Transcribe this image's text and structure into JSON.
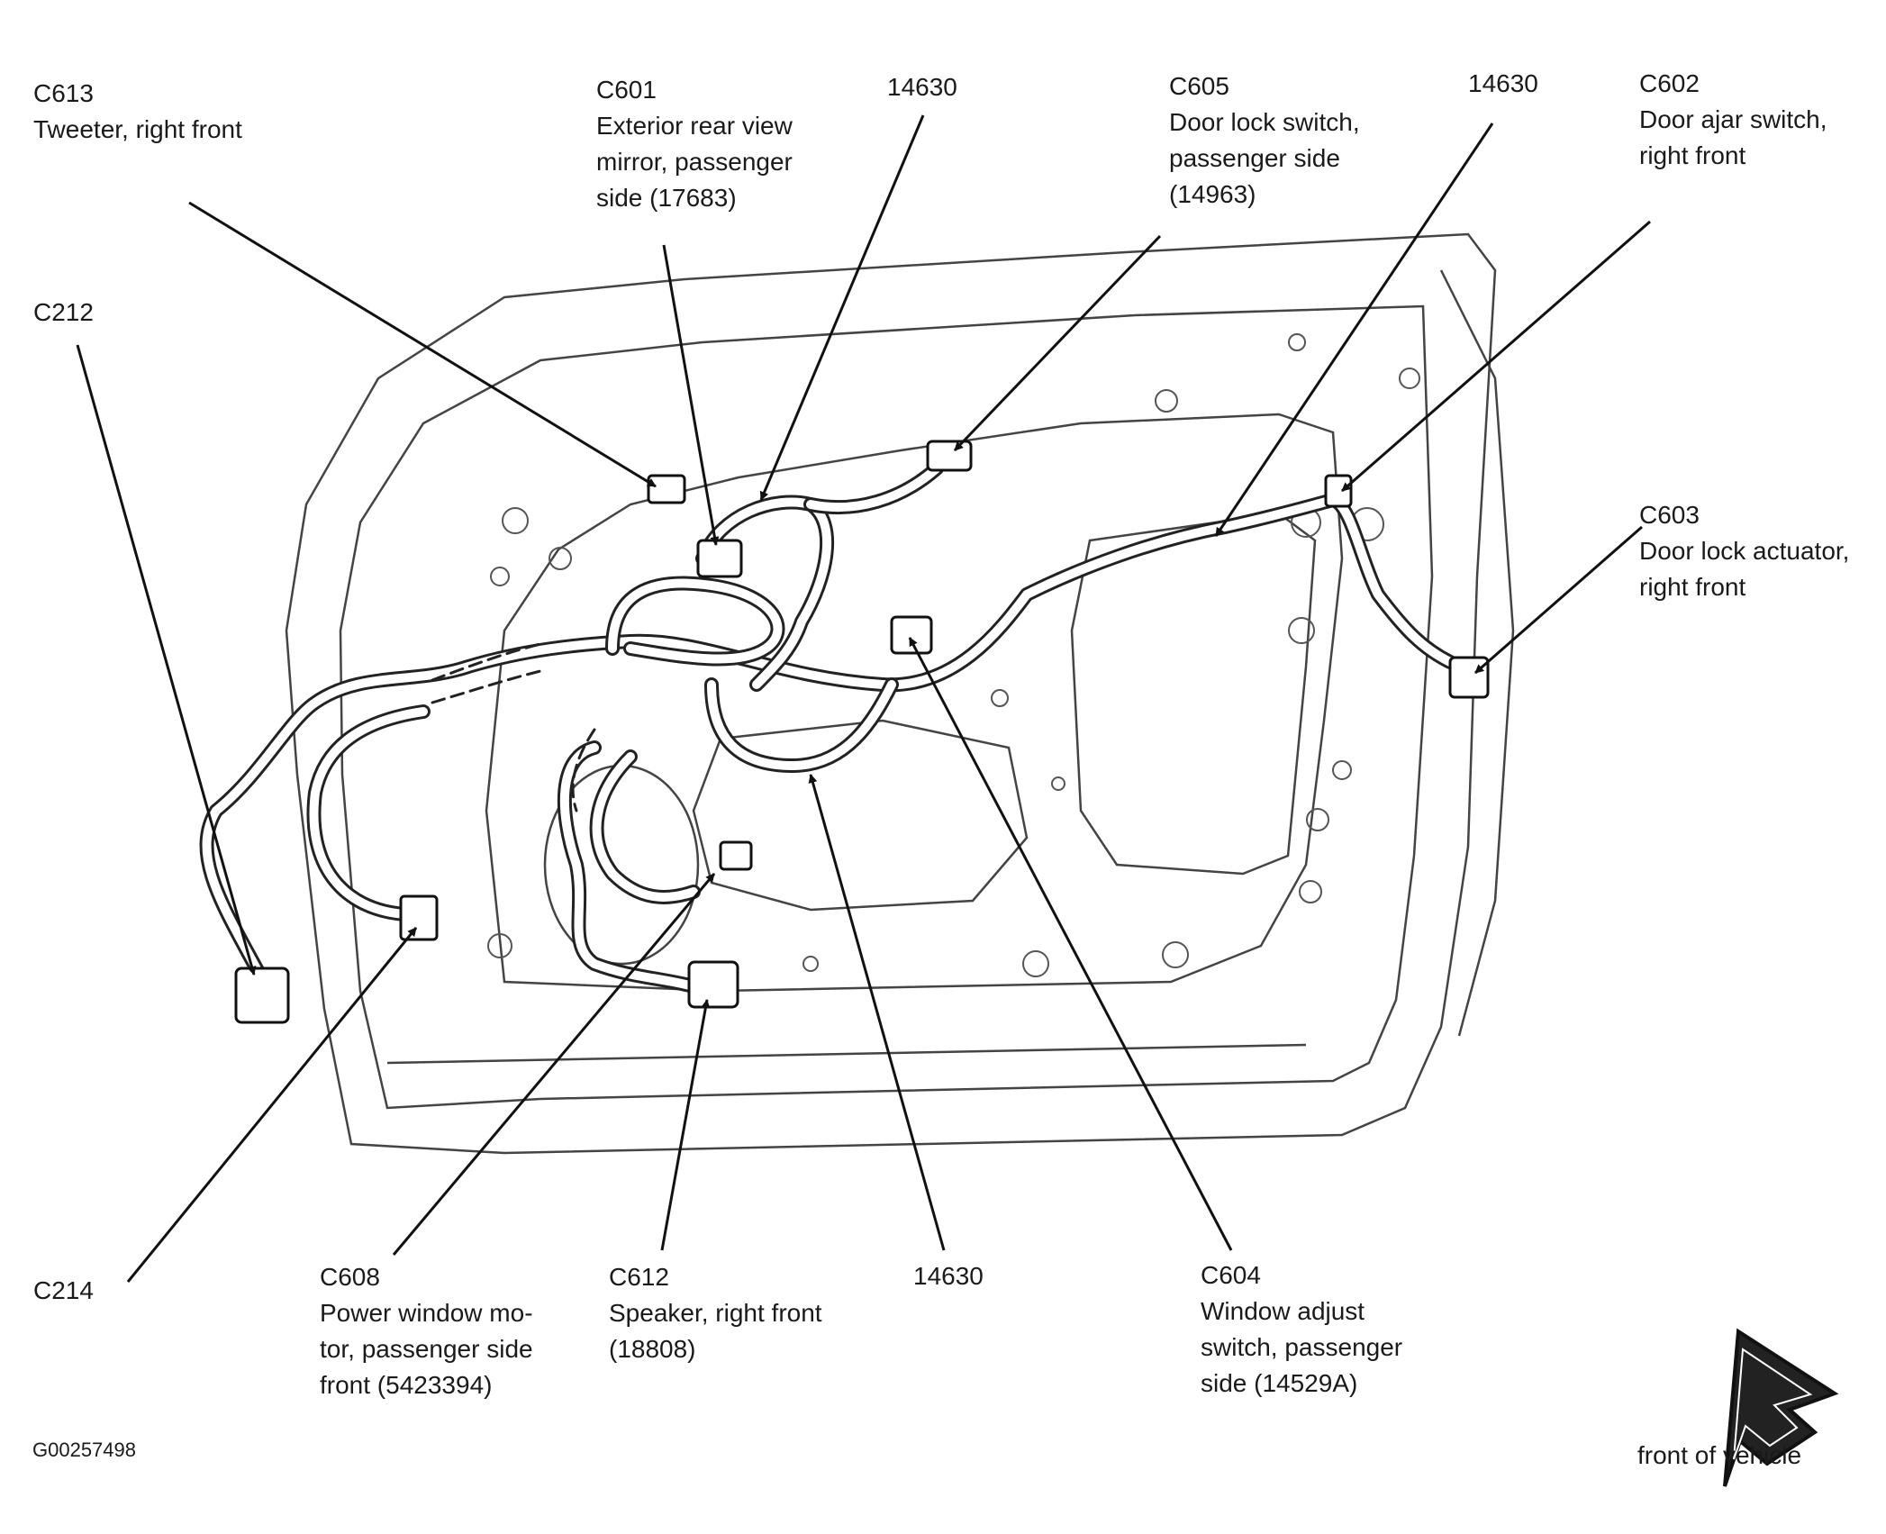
{
  "callouts": [
    {
      "id": "c613",
      "code": "C613",
      "lines": [
        "Tweeter, right front"
      ]
    },
    {
      "id": "c601",
      "code": "C601",
      "lines": [
        "Exterior rear view",
        "mirror, passenger",
        "side (17683)"
      ]
    },
    {
      "id": "h1",
      "code": "14630",
      "lines": []
    },
    {
      "id": "c605",
      "code": "C605",
      "lines": [
        "Door lock switch,",
        "passenger side",
        "(14963)"
      ]
    },
    {
      "id": "h2",
      "code": "14630",
      "lines": []
    },
    {
      "id": "c602",
      "code": "C602",
      "lines": [
        "Door ajar switch,",
        "right front"
      ]
    },
    {
      "id": "c212",
      "code": "C212",
      "lines": []
    },
    {
      "id": "c603",
      "code": "C603",
      "lines": [
        "Door lock actuator,",
        "right front"
      ]
    },
    {
      "id": "c214",
      "code": "C214",
      "lines": []
    },
    {
      "id": "c608",
      "code": "C608",
      "lines": [
        "Power window mo-",
        "tor, passenger side",
        "front (5423394)"
      ]
    },
    {
      "id": "c612",
      "code": "C612",
      "lines": [
        "Speaker, right front",
        "(18808)"
      ]
    },
    {
      "id": "h3",
      "code": "14630",
      "lines": []
    },
    {
      "id": "c604",
      "code": "C604",
      "lines": [
        "Window adjust",
        "switch, passenger",
        "side (14529A)"
      ]
    }
  ],
  "figure_id": "G00257498",
  "direction_label": "front of vehicle"
}
